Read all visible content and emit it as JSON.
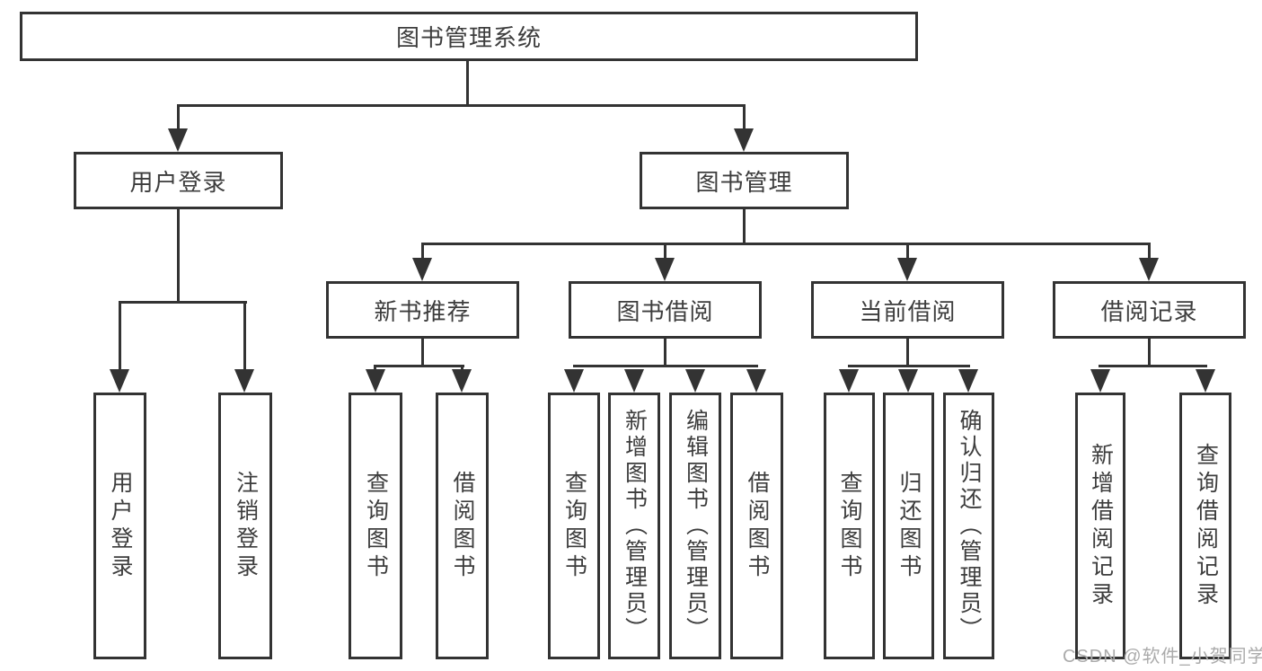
{
  "diagram": {
    "root": {
      "label": "图书管理系统"
    },
    "branches": [
      {
        "label": "用户登录"
      },
      {
        "label": "图书管理"
      }
    ],
    "modules": [
      {
        "label": "新书推荐"
      },
      {
        "label": "图书借阅"
      },
      {
        "label": "当前借阅"
      },
      {
        "label": "借阅记录"
      }
    ],
    "functions": [
      {
        "label": "用户登录",
        "parent": "用户登录"
      },
      {
        "label": "注销登录",
        "parent": "用户登录"
      },
      {
        "label": "查询图书",
        "parent": "新书推荐"
      },
      {
        "label": "借阅图书",
        "parent": "新书推荐"
      },
      {
        "label": "查询图书",
        "parent": "图书借阅"
      },
      {
        "label": "新增图书（管理员）",
        "parent": "图书借阅"
      },
      {
        "label": "编辑图书（管理员）",
        "parent": "图书借阅"
      },
      {
        "label": "借阅图书",
        "parent": "图书借阅"
      },
      {
        "label": "查询图书",
        "parent": "当前借阅"
      },
      {
        "label": "归还图书",
        "parent": "当前借阅"
      },
      {
        "label": "确认归还（管理员）",
        "parent": "当前借阅"
      },
      {
        "label": "新增借阅记录",
        "parent": "借阅记录"
      },
      {
        "label": "查询借阅记录",
        "parent": "借阅记录"
      }
    ],
    "watermark": {
      "text": "CSDN @软件_小贺同学"
    },
    "colors": {
      "line": "#333333",
      "text": "#3d3d3d",
      "watermark": "#ababab",
      "background": "#ffffff"
    }
  }
}
